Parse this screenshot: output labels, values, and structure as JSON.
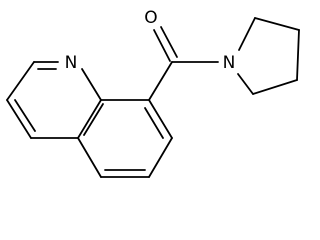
{
  "molecule": {
    "atom_labels": {
      "oxygen": "O",
      "ring_nitrogen": "N",
      "amide_nitrogen": "N"
    }
  }
}
